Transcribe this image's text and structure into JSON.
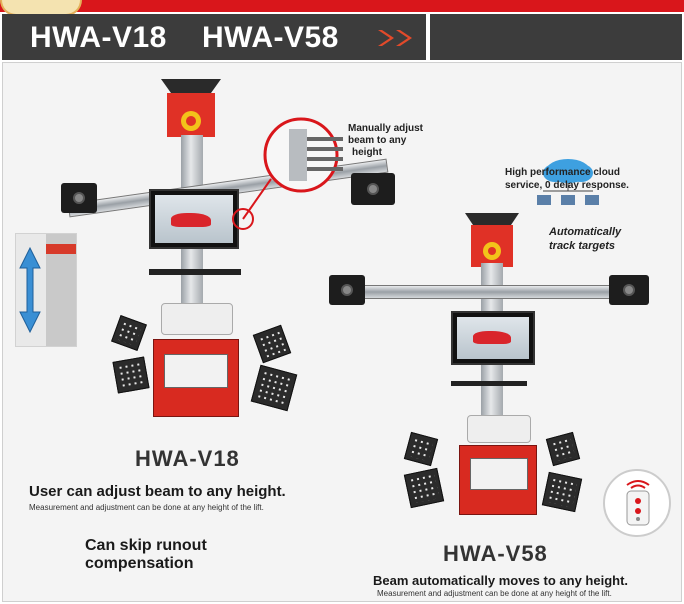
{
  "header": {
    "model_a": "HWA-V18",
    "model_b": "HWA-V58",
    "accent_color": "#d9161b",
    "bar_color": "#3c3c3c",
    "arrow_icon": "double-chevron-right-icon"
  },
  "callouts": {
    "manual_beam": [
      "Manually adjust",
      "beam to any",
      "height"
    ],
    "cloud": [
      "High performance cloud",
      "service, 0 delay response."
    ],
    "auto_track": [
      "Automatically",
      "track targets"
    ]
  },
  "v18": {
    "name": "HWA-V18",
    "feature": "User can adjust beam to any height.",
    "detail": "Measurement and adjustment can be done at any height of the lift.",
    "extra": [
      "Can skip runout",
      "compensation"
    ]
  },
  "v58": {
    "name": "HWA-V58",
    "feature": "Beam automatically moves to any height.",
    "detail": "Measurement and adjustment can be done at any height of the lift."
  },
  "icons": {
    "cloud": "cloud-icon",
    "up_down_arrow": "up-down-arrow-icon",
    "remote": "remote-control-icon"
  }
}
